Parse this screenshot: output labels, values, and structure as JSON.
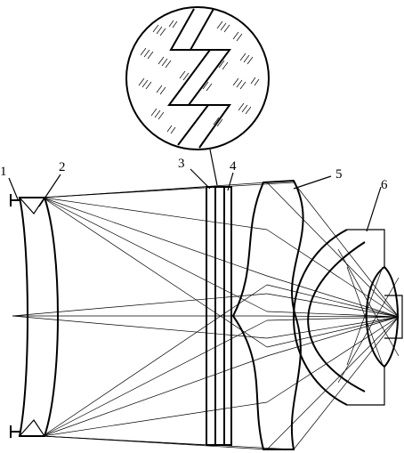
{
  "labels": {
    "part1": "1",
    "part2": "2",
    "part3": "3",
    "part4": "4",
    "part5": "5",
    "part6": "6"
  },
  "colors": {
    "ink": "#000000",
    "background": "#ffffff"
  }
}
